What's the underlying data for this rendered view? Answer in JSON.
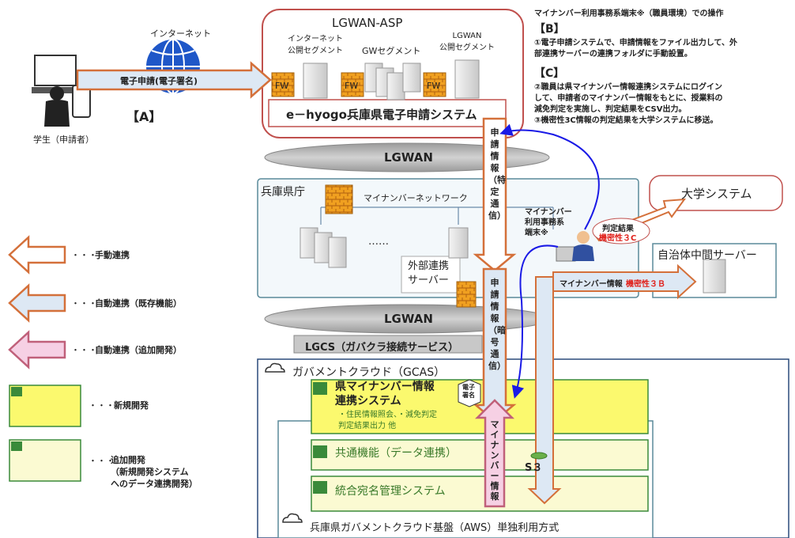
{
  "internet_label": "インターネット",
  "student_label": "学生（申請者）",
  "e_application_label": "電子申請(電子署名)",
  "label_A": "【A】",
  "lgwan_asp": {
    "title": "LGWAN-ASP",
    "segments": [
      "インターネット\n公開セグメント",
      "GWセグメント",
      "LGWAN\n公開セグメント"
    ],
    "fw_label": "FW",
    "system_name": "e－hyogo兵庫県電子申請システム"
  },
  "lgwan_label": "LGWAN",
  "vertical_arrow_top": "申請情報（特定通信）",
  "vertical_arrow_mid": "申請情報（暗号通信）",
  "vertical_arrow_up": "マイナンバー情報",
  "hyogo": {
    "title": "兵庫県庁",
    "network": "マイナンバーネットワーク",
    "dots": "……",
    "terminal": "マイナンバー\n利用事務系\n端末※",
    "external_server": "外部連携\nサーバー"
  },
  "university_system": "大学システム",
  "judgment_result": "判定結果",
  "confidentiality_3c": "機密性３C",
  "municipal_server": "自治体中間サーバー",
  "mynumber_info_label": "マイナンバー情報",
  "confidentiality_3b": "機密性３Ｂ",
  "lgcs_label": "LGCS（ガバクラ接続サービス）",
  "gcas_label": "ガバメントクラウド（GCAS）",
  "ken_mynumber": {
    "title": "県マイナンバー情報\n連携システム",
    "details": "・住民情報照会、・減免判定\n判定結果出力 他"
  },
  "e_signature": "電子\n署名",
  "common_function": "共通機能（データ連携）",
  "s3_label": "S３",
  "integrated_address": "統合宛名管理システム",
  "aws_label": "兵庫県ガバメントクラウド基盤（AWS）単独利用方式",
  "operations": {
    "heading": "マイナンバー利用事務系端末※（職員環境）での操作",
    "B_label": "【B】",
    "B_text": "①電子申請システムで、申請情報をファイル出力して、外\n部連携サーバーの連携フォルダに手動設置。",
    "C_label": "【C】",
    "C_text": "②職員は県マイナンバー情報連携システムにログイン\nして、申請者のマイナンバー情報をもとに、授業料の\n減免判定を実施し、判定結果をCSV出力。\n③機密性3C情報の判定結果を大学システムに移送。"
  },
  "legend": [
    {
      "style": "manual",
      "label": "手動連携",
      "fill": "#ffffff",
      "stroke": "#d4703a"
    },
    {
      "style": "auto-existing",
      "label": "自動連携（既存機能）",
      "fill": "#dde8f4",
      "stroke": "#d4703a"
    },
    {
      "style": "auto-added",
      "label": "自動連携（追加開発）",
      "fill": "#f6d0e4",
      "stroke": "#c0607a"
    },
    {
      "style": "new-dev",
      "label": "新規開発",
      "fill": "#fbf96e",
      "stroke": "#3a8a3a"
    },
    {
      "style": "add-dev",
      "label": "追加開発\n（新規開発システム\nへのデータ連携開発）",
      "fill": "#fbfad2",
      "stroke": "#3a8a3a"
    }
  ],
  "legend_dots": "・・・",
  "colors": {
    "orange": "#d4703a",
    "blue_arrow": "#1a1ae6",
    "red_text": "#e0201a",
    "teal_border": "#5a8a9a",
    "yellow": "#fbf96e",
    "pale_yellow": "#fbfad2",
    "pink": "#f6d0e4",
    "light_blue": "#dde8f4"
  }
}
